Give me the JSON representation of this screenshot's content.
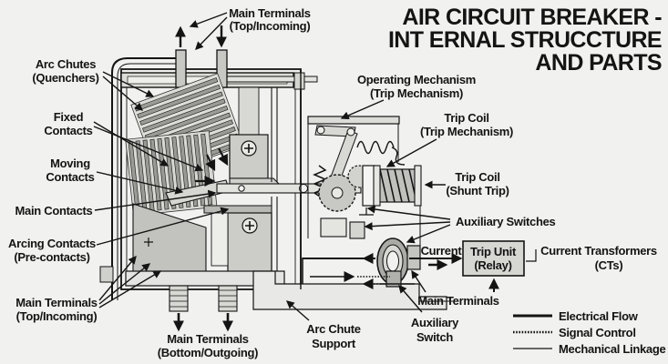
{
  "title": {
    "line1": "AIR CIRCUIT BREAKER -",
    "line2": "INT ERNAL STRUCCTURE",
    "line3": "AND PARTS"
  },
  "labels": {
    "main_terminals_top": {
      "line1": "Main Terminals",
      "line2": "(Top/Incoming)"
    },
    "arc_chutes": {
      "line1": "Arc Chutes",
      "line2": "(Quenchers)"
    },
    "fixed_contacts": {
      "line1": "Fixed",
      "line2": "Contacts"
    },
    "moving_contacts": {
      "line1": "Moving",
      "line2": "Contacts"
    },
    "main_contacts": "Main Contacts",
    "arcing_contacts": {
      "line1": "Arcing Contacts",
      "line2": "(Pre-contacts)"
    },
    "main_terminals_left": {
      "line1": "Main Terminals",
      "line2": "(Top/Incoming)"
    },
    "main_terminals_bottom": {
      "line1": "Main Terminals",
      "line2": "(Bottom/Outgoing)"
    },
    "operating_mechanism": {
      "line1": "Operating Mechanism",
      "line2": "(Trip Mechanism)"
    },
    "trip_coil_mechanism": {
      "line1": "Trip Coil",
      "line2": "(Trip Mechanism)"
    },
    "trip_coil_shunt": {
      "line1": "Trip Coil",
      "line2": "(Shunt Trip)"
    },
    "auxiliary_switches": "Auxiliary Switches",
    "current": "Current",
    "trip_unit": {
      "line1": "Trip Unit",
      "line2": "(Relay)"
    },
    "current_transformers": {
      "line1": "Current Transformers",
      "line2": "(CTs)"
    },
    "main_terminals_ct": "Main Terminals",
    "auxiliary_switch": {
      "line1": "Auxiliary",
      "line2": "Switch"
    },
    "arc_chute_support": {
      "line1": "Arc Chute",
      "line2": "Support"
    }
  },
  "legend": {
    "items": [
      {
        "label": "Electrical Flow",
        "style": "thick-solid"
      },
      {
        "label": "Signal Control",
        "style": "dotted"
      },
      {
        "label": "Mechanical Linkage",
        "style": "thin-solid"
      }
    ]
  },
  "colors": {
    "background": "#f1f1ef",
    "ink": "#141414",
    "fill_light": "#e6e6e2",
    "fill_mid": "#c8c8c4",
    "fill_dark": "#9a9a96",
    "trip_unit_box": "#d6d6d2"
  }
}
